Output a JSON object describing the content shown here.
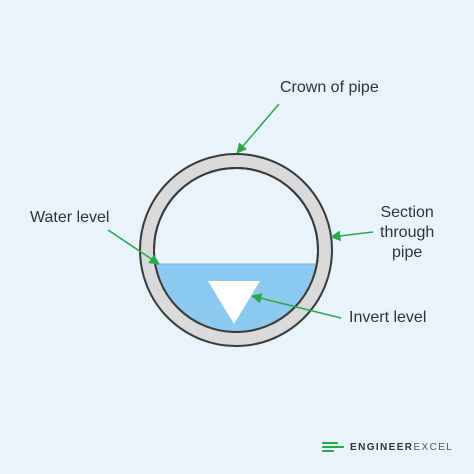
{
  "labels": {
    "crown": "Crown of pipe",
    "water_level": "Water level",
    "section_line1": "Section",
    "section_line2": "through",
    "section_line3": "pipe",
    "invert": "Invert level"
  },
  "brand": {
    "name_bold": "ENGINEER",
    "name_light": "EXCEL"
  },
  "colors": {
    "background": "#e8f3fb",
    "pipe_wall": "#d9dadb",
    "pipe_stroke": "#3a3a3a",
    "pipe_interior": "#e8f3fb",
    "water": "#8ccaf0",
    "arrow": "#2aa84a",
    "triangle": "#ffffff"
  }
}
